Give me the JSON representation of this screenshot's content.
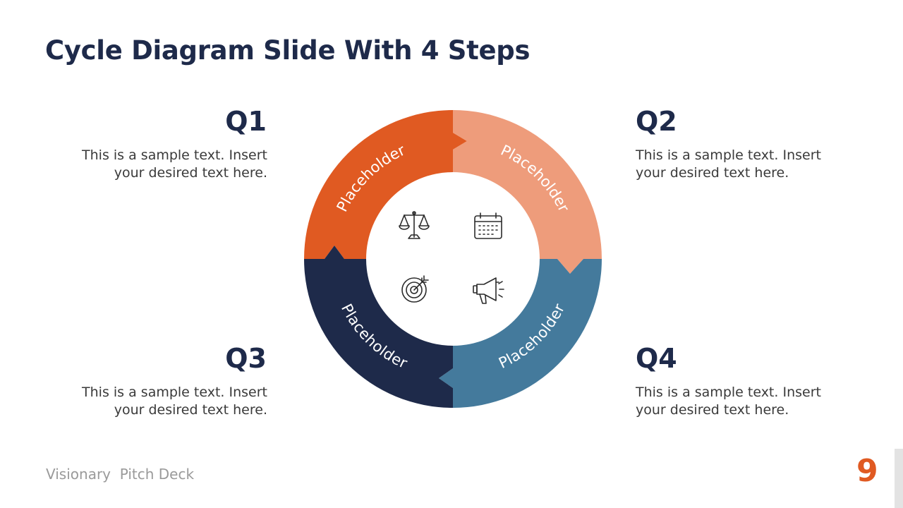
{
  "title": "Cycle Diagram Slide With 4 Steps",
  "quadrants": [
    {
      "heading": "Q1",
      "text": "This is a sample text. Insert your desired text here.",
      "segment_label": "Placeholder",
      "color": "#e05a22",
      "icon": "scale-icon"
    },
    {
      "heading": "Q2",
      "text": "This is a sample text. Insert your desired text here.",
      "segment_label": "Placeholder",
      "color": "#ee9c7b",
      "icon": "calendar-icon"
    },
    {
      "heading": "Q3",
      "text": "This is a sample text. Insert your desired text here.",
      "segment_label": "Placeholder",
      "color": "#1e2a4a",
      "icon": "target-icon"
    },
    {
      "heading": "Q4",
      "text": "This is a sample text. Insert your desired text here.",
      "segment_label": "Placeholder",
      "color": "#447a9c",
      "icon": "megaphone-icon"
    }
  ],
  "footer": "Visionary  Pitch Deck",
  "page_number": "9",
  "accent_color": "#e05a22"
}
